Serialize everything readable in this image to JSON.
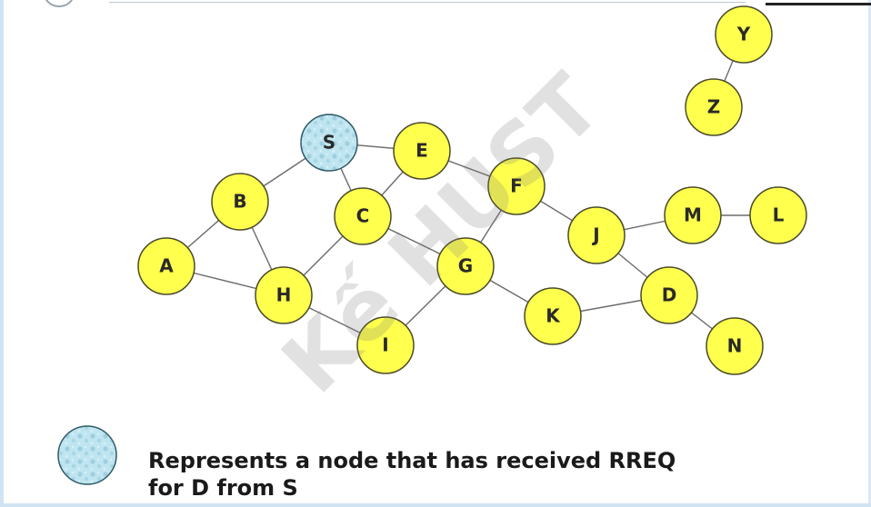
{
  "diagram": {
    "nodes": [
      {
        "id": "Y",
        "label": "Y",
        "type": "normal"
      },
      {
        "id": "Z",
        "label": "Z",
        "type": "normal"
      },
      {
        "id": "S",
        "label": "S",
        "type": "received"
      },
      {
        "id": "E",
        "label": "E",
        "type": "normal"
      },
      {
        "id": "F",
        "label": "F",
        "type": "normal"
      },
      {
        "id": "B",
        "label": "B",
        "type": "normal"
      },
      {
        "id": "C",
        "label": "C",
        "type": "normal"
      },
      {
        "id": "M",
        "label": "M",
        "type": "normal"
      },
      {
        "id": "L",
        "label": "L",
        "type": "normal"
      },
      {
        "id": "J",
        "label": "J",
        "type": "normal"
      },
      {
        "id": "A",
        "label": "A",
        "type": "normal"
      },
      {
        "id": "G",
        "label": "G",
        "type": "normal"
      },
      {
        "id": "H",
        "label": "H",
        "type": "normal"
      },
      {
        "id": "D",
        "label": "D",
        "type": "normal"
      },
      {
        "id": "K",
        "label": "K",
        "type": "normal"
      },
      {
        "id": "I",
        "label": "I",
        "type": "normal"
      },
      {
        "id": "N",
        "label": "N",
        "type": "normal"
      }
    ],
    "edges": [
      [
        "Y",
        "Z"
      ],
      [
        "S",
        "E"
      ],
      [
        "S",
        "B"
      ],
      [
        "S",
        "C"
      ],
      [
        "E",
        "C"
      ],
      [
        "E",
        "F"
      ],
      [
        "B",
        "A"
      ],
      [
        "B",
        "H"
      ],
      [
        "A",
        "H"
      ],
      [
        "C",
        "H"
      ],
      [
        "C",
        "G"
      ],
      [
        "F",
        "G"
      ],
      [
        "F",
        "J"
      ],
      [
        "J",
        "M"
      ],
      [
        "M",
        "L"
      ],
      [
        "J",
        "D"
      ],
      [
        "G",
        "I"
      ],
      [
        "H",
        "I"
      ],
      [
        "G",
        "K"
      ],
      [
        "K",
        "D"
      ],
      [
        "D",
        "N"
      ]
    ]
  },
  "legend": {
    "line1": "Represents a node that has received RREQ",
    "line2": "for D from S"
  },
  "watermark": "Kế HUST",
  "colors": {
    "node_fill": "#ffff4d",
    "node_stroke": "#4a4a2a",
    "received_fill": "#b6e0ec",
    "received_stroke": "#2f5a66",
    "edge": "#6b6b6b",
    "label": "#2a2a2a"
  }
}
